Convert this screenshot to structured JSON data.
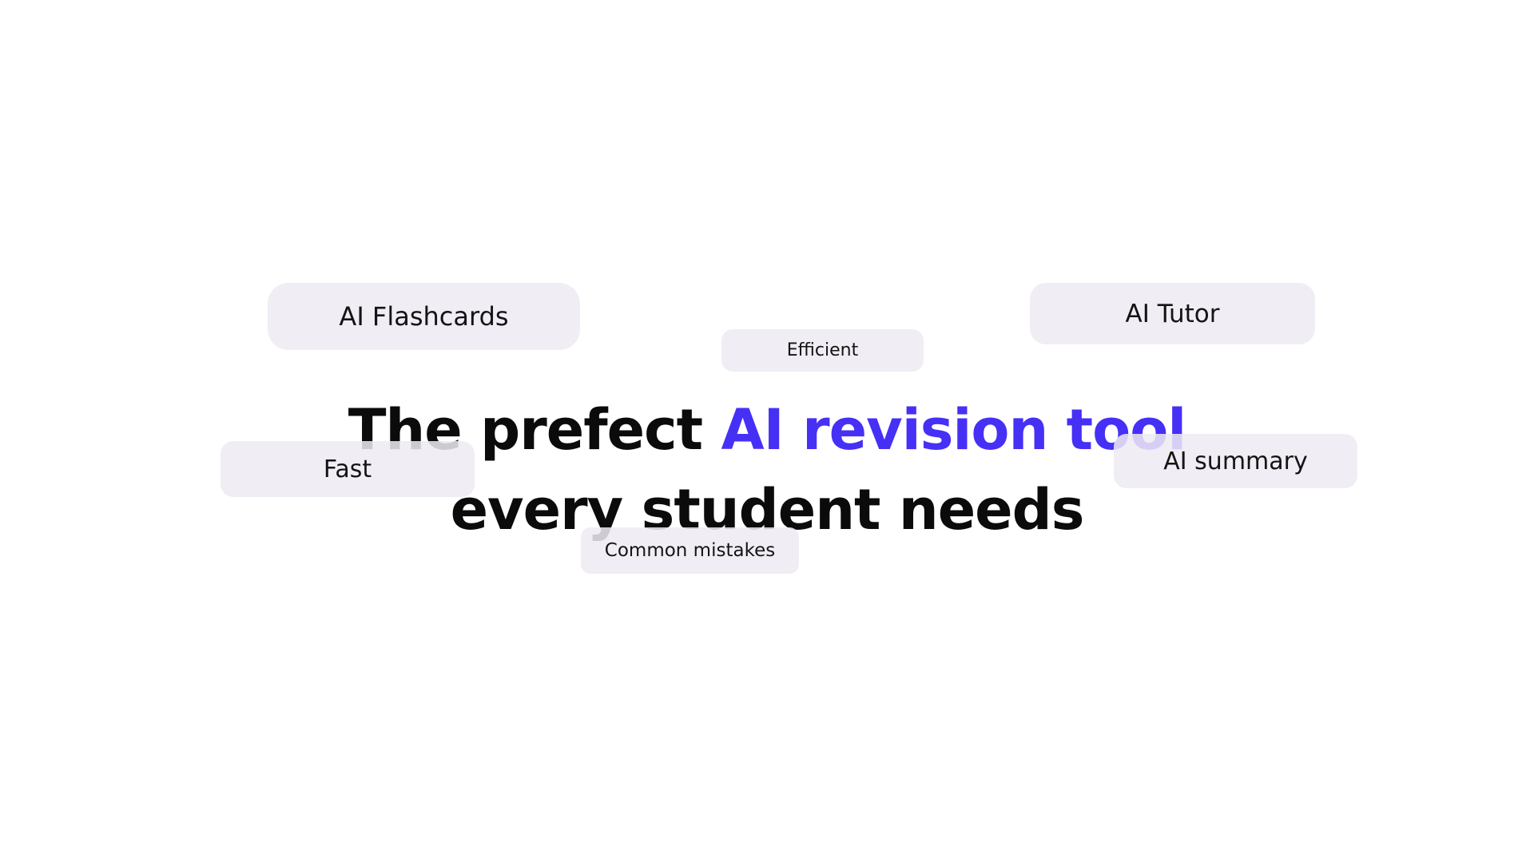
{
  "headline": {
    "line1_prefix": "The prefect ",
    "line1_accent": "AI revision tool",
    "line2": "every student needs"
  },
  "pills": {
    "flashcards": "AI Flashcards",
    "efficient": "Efficient",
    "tutor": "AI Tutor",
    "fast": "Fast",
    "summary": "AI summary",
    "mistakes": "Common mistakes"
  },
  "colors": {
    "background": "#ffffff",
    "headline_text": "#0b0b0b",
    "accent": "#4630f5",
    "pill_background": "#eeeaf2"
  }
}
